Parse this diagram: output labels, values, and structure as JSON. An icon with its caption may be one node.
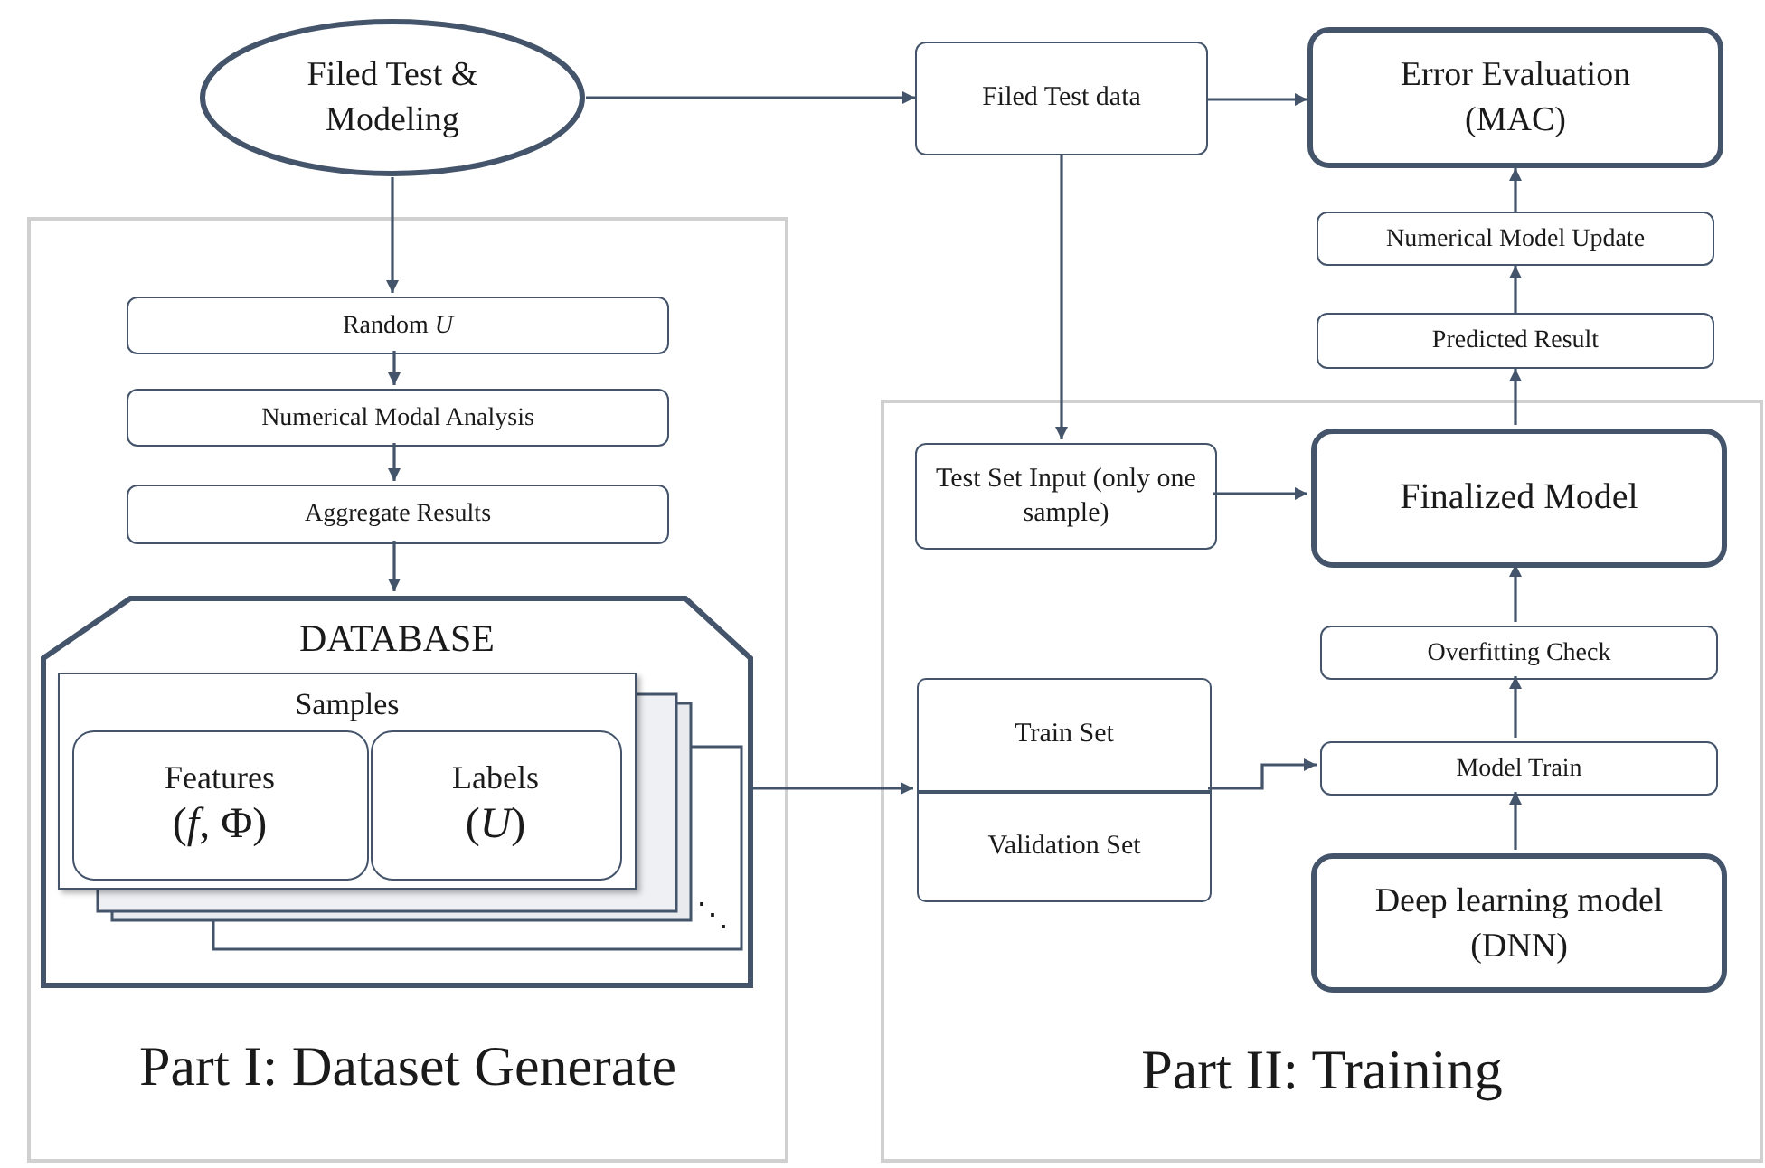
{
  "diagram": {
    "nodes": [
      {
        "text": [
          "Part I: Dataset Generate"
        ]
      },
      {
        "text": [
          "Part II: Training"
        ]
      },
      {
        "text": [
          "Filed Test & Modeling"
        ]
      },
      {
        "text": [
          "Random *U*"
        ],
        "in": 0
      },
      {
        "text": [
          "Numerical Modal Analysis"
        ],
        "in": 0
      },
      {
        "text": [
          "Aggregate Results"
        ],
        "in": 0
      },
      {
        "text": [
          "DATABASE"
        ],
        "in": 0
      },
      {
        "text": [
          "Samples"
        ],
        "in": 6
      },
      {
        "text": [
          "Features",
          "(*f*, Φ)"
        ],
        "in": 7
      },
      {
        "text": [
          "Labels",
          "(*U*)"
        ],
        "in": 7
      },
      {
        "text": [
          "Filed Test data"
        ]
      },
      {
        "text": [
          "Error Evaluation (MAC)"
        ]
      },
      {
        "text": [
          "Numerical Model Update"
        ]
      },
      {
        "text": [
          "Predicted Result"
        ]
      },
      {
        "text": [
          "Test Set Input (only one sample)"
        ],
        "in": 1
      },
      {
        "text": [
          "Finalized Model"
        ],
        "in": 1
      },
      {
        "text": [
          "Train Set",
          "Validation Set"
        ],
        "in": 1
      },
      {
        "text": [
          "Overfitting Check"
        ],
        "in": 1
      },
      {
        "text": [
          "Model Train"
        ],
        "in": 1
      },
      {
        "text": [
          "Deep learning model (DNN)"
        ],
        "in": 1
      }
    ],
    "edges": [
      {
        "from": 2,
        "to": 10,
        "arrow": "to"
      },
      {
        "from": 2,
        "to": 3,
        "arrow": "to"
      },
      {
        "from": 3,
        "to": 4,
        "arrow": "to"
      },
      {
        "from": 4,
        "to": 5,
        "arrow": "to"
      },
      {
        "from": 5,
        "to": 6,
        "arrow": "to"
      },
      {
        "from": 10,
        "to": 11,
        "arrow": "to"
      },
      {
        "from": 10,
        "to": 14,
        "arrow": "to"
      },
      {
        "from": 14,
        "to": 15,
        "arrow": "to"
      },
      {
        "from": 15,
        "to": 13,
        "arrow": "to"
      },
      {
        "from": 13,
        "to": 12,
        "arrow": "to"
      },
      {
        "from": 12,
        "to": 11,
        "arrow": "to"
      },
      {
        "from": 6,
        "to": 16,
        "arrow": "to"
      },
      {
        "from": 16,
        "to": 18,
        "arrow": "to"
      },
      {
        "from": 19,
        "to": 18,
        "arrow": "to"
      },
      {
        "from": 18,
        "to": 17,
        "arrow": "to"
      },
      {
        "from": 17,
        "to": 15,
        "arrow": "to"
      }
    ],
    "labels": [
      "⋱"
    ]
  }
}
